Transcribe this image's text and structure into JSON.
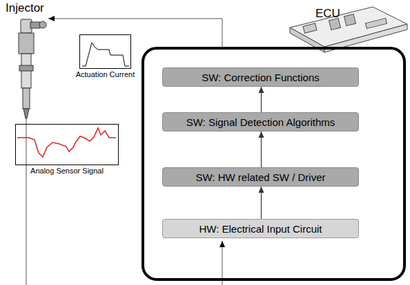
{
  "diagram": {
    "nodes": [
      {
        "text": [
          "ECU"
        ]
      },
      {
        "text": [
          "SW: Correction Functions"
        ],
        "in": 0
      },
      {
        "text": [
          "SW: Signal Detection Algorithms"
        ],
        "in": 0
      },
      {
        "text": [
          "SW: HW related SW / Driver"
        ],
        "in": 0
      },
      {
        "text": [
          "HW: Electrical Input Circuit"
        ],
        "in": 0
      },
      {
        "text": [
          "Actuation Current"
        ]
      },
      {
        "text": [
          "Analog Sensor Signal"
        ]
      }
    ],
    "edges": [
      {
        "from": 4,
        "to": 3,
        "arrow": "to"
      },
      {
        "from": 3,
        "to": 2,
        "arrow": "to"
      },
      {
        "from": 2,
        "to": 1,
        "arrow": "to"
      }
    ],
    "labels": [
      "Injector"
    ]
  }
}
